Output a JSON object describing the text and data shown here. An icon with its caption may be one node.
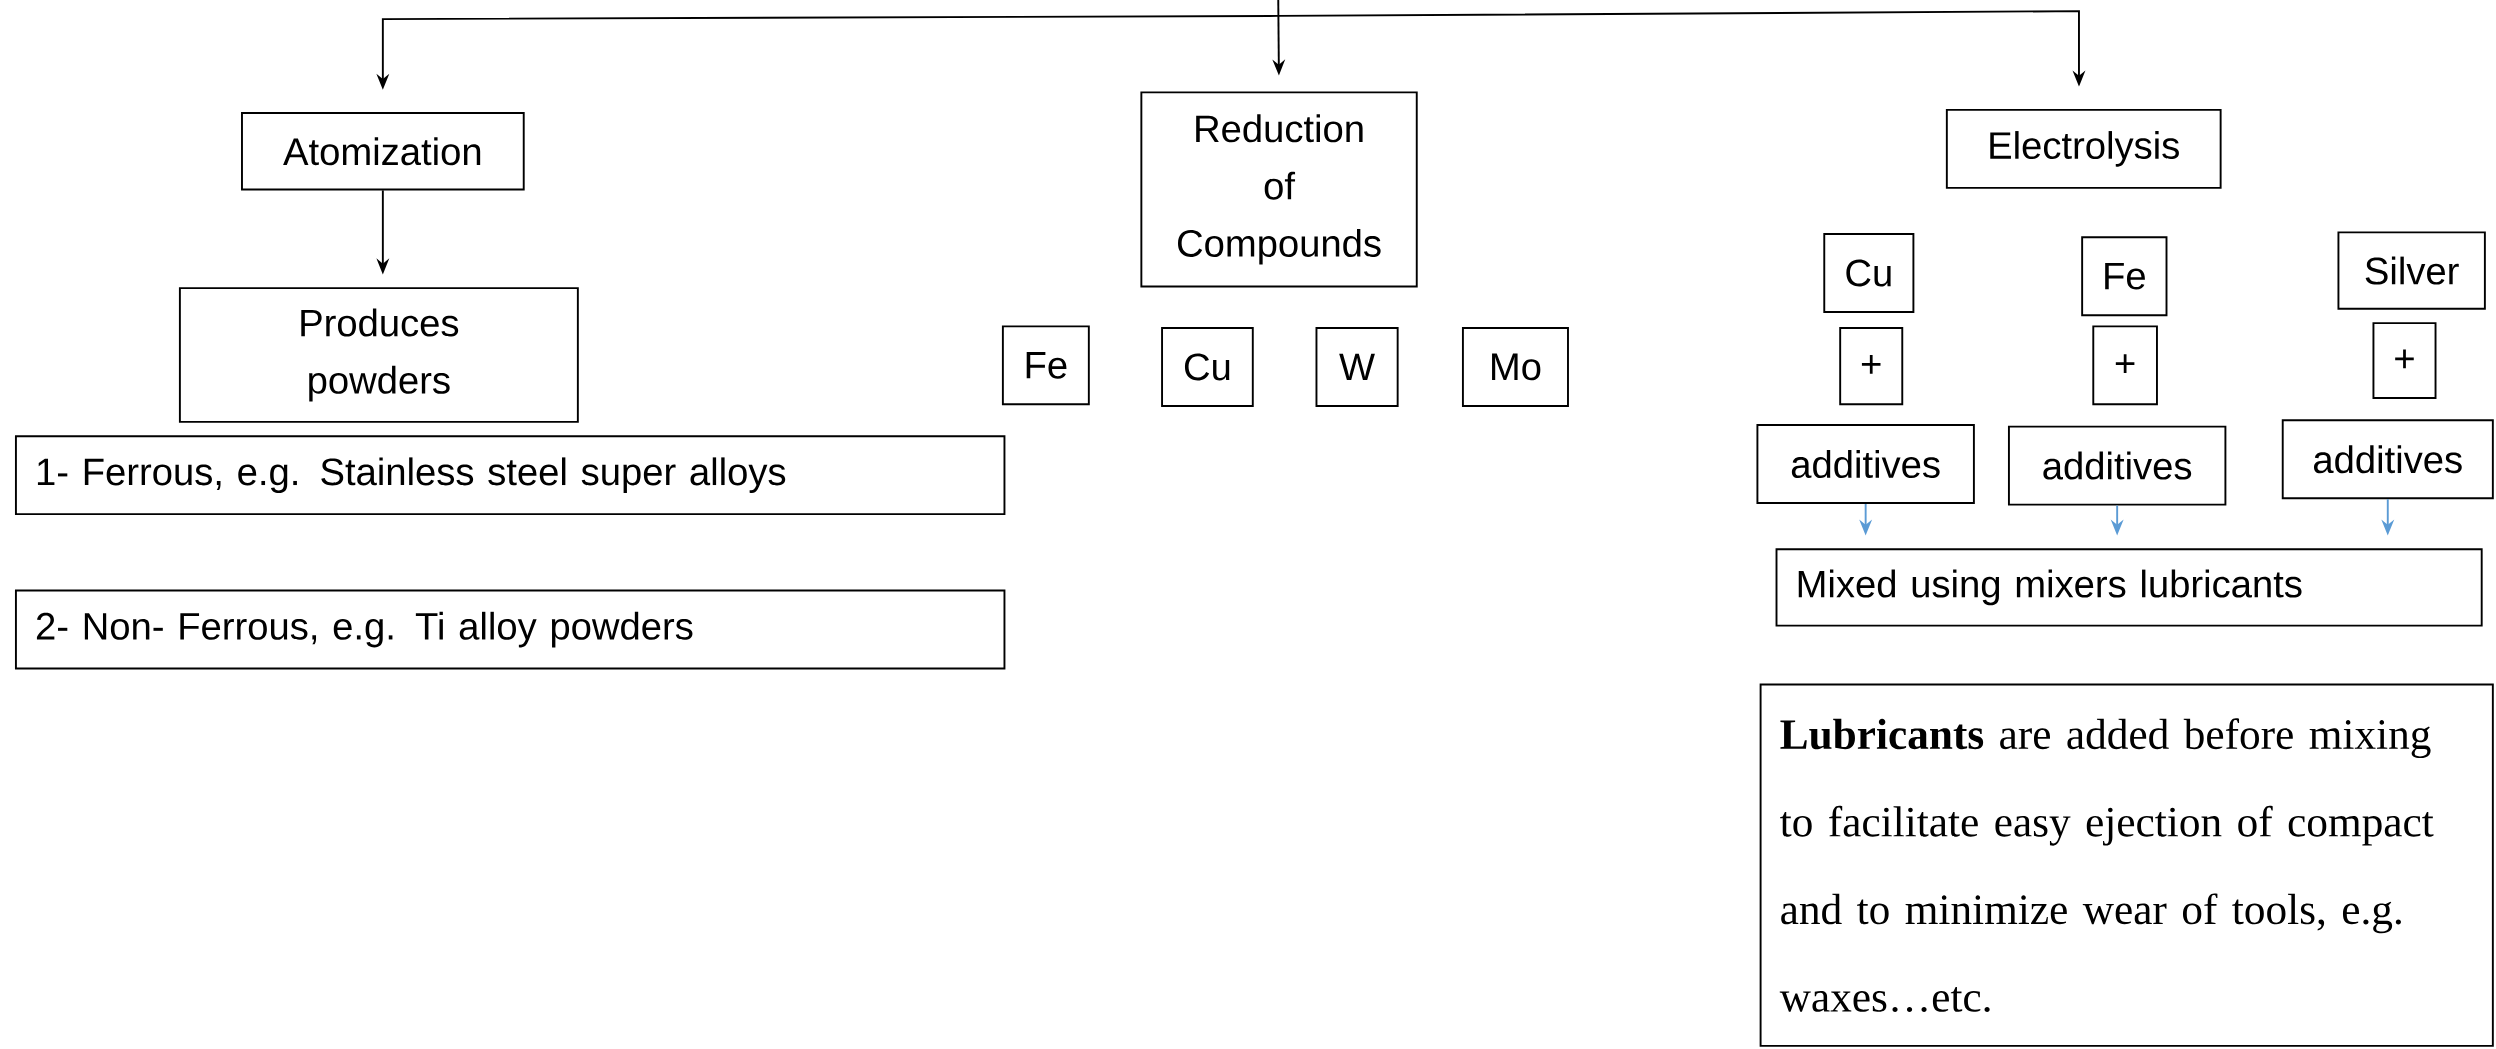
{
  "diagram": {
    "nodes": [
      {
        "text": [
          "Atomization"
        ]
      },
      {
        "text": [
          "Reduction of Compounds"
        ]
      },
      {
        "text": [
          "Electrolysis"
        ]
      },
      {
        "text": [
          "Produces powders"
        ]
      },
      {
        "text": [
          "1- Ferrous, e.g. Stainless steel super alloys"
        ]
      },
      {
        "text": [
          "2- Non- Ferrous, e.g. Ti alloy powders"
        ]
      },
      {
        "text": [
          "Fe"
        ]
      },
      {
        "text": [
          "Cu"
        ]
      },
      {
        "text": [
          "W"
        ]
      },
      {
        "text": [
          "Mo"
        ]
      },
      {
        "text": [
          "Cu"
        ]
      },
      {
        "text": [
          "Fe"
        ]
      },
      {
        "text": [
          "Silver"
        ]
      },
      {
        "text": [
          "+"
        ]
      },
      {
        "text": [
          "+"
        ]
      },
      {
        "text": [
          "+"
        ]
      },
      {
        "text": [
          "additives"
        ]
      },
      {
        "text": [
          "additives"
        ]
      },
      {
        "text": [
          "additives"
        ]
      },
      {
        "text": [
          "Mixed using mixers lubricants"
        ]
      },
      {
        "text": [
          "**Lubricants** are added before mixing to facilitate easy ejection of compact and to minimize wear of tools, e.g. waxes…etc."
        ]
      }
    ],
    "edges": [
      {
        "from": null,
        "to": 0,
        "arrow": "to"
      },
      {
        "from": null,
        "to": 1,
        "arrow": "to"
      },
      {
        "from": null,
        "to": 2,
        "arrow": "to"
      },
      {
        "from": 0,
        "to": 3,
        "arrow": "to"
      },
      {
        "from": 16,
        "to": 19,
        "arrow": "to",
        "color": "#5b9bd5"
      },
      {
        "from": 17,
        "to": 19,
        "arrow": "to",
        "color": "#5b9bd5"
      },
      {
        "from": 18,
        "to": 19,
        "arrow": "to",
        "color": "#5b9bd5"
      }
    ]
  }
}
